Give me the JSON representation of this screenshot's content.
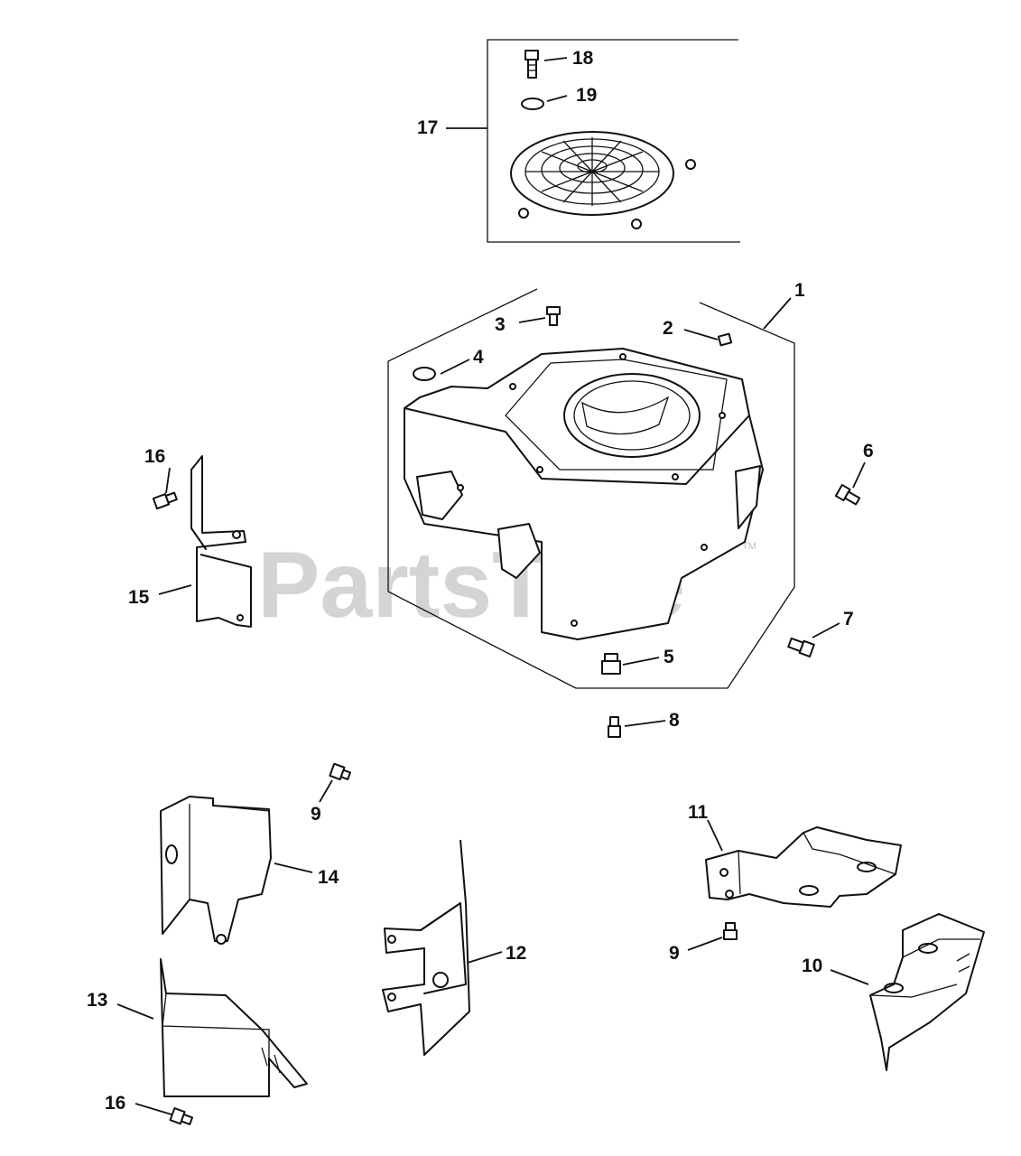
{
  "watermark": {
    "brand": "PartsTree",
    "trademark": "TM"
  },
  "callouts": {
    "c1": "1",
    "c2": "2",
    "c3": "3",
    "c4": "4",
    "c5": "5",
    "c6": "6",
    "c7": "7",
    "c8": "8",
    "c9a": "9",
    "c9b": "9",
    "c10": "10",
    "c11": "11",
    "c12": "12",
    "c13": "13",
    "c14": "14",
    "c15": "15",
    "c16a": "16",
    "c16b": "16",
    "c17": "17",
    "c18": "18",
    "c19": "19"
  }
}
